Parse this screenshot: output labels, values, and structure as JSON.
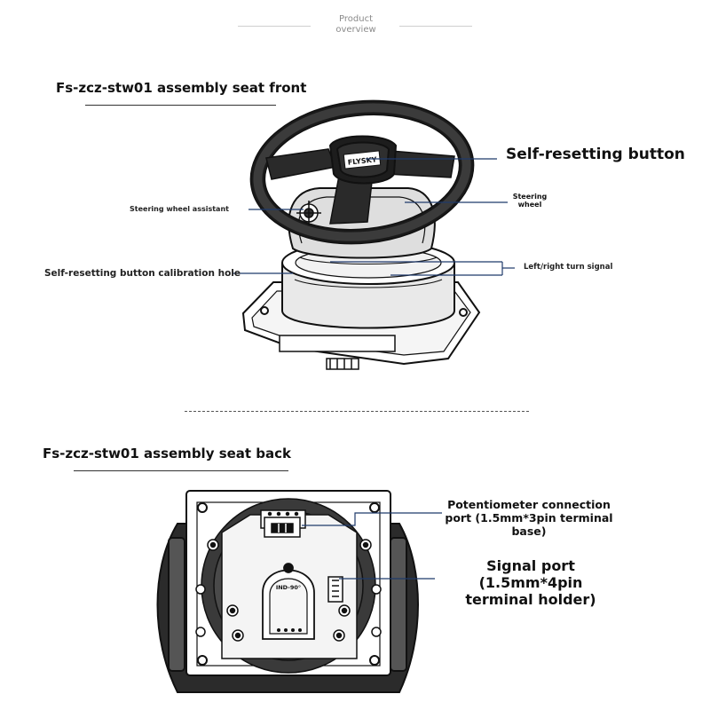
{
  "header": {
    "line1": "Product",
    "line2": "overview"
  },
  "front": {
    "title": "Fs-zcz-stw01 assembly seat front",
    "labels": {
      "self_resetting_button": "Self-resetting button",
      "steering_wheel_line1": "Steering",
      "steering_wheel_line2": "wheel",
      "steering_wheel_assistant": "Steering wheel assistant",
      "calibration_hole": "Self-resetting button calibration hole",
      "turn_signal": "Left/right turn signal"
    },
    "hub_logo": "FLYSKY"
  },
  "back": {
    "title": "Fs-zcz-stw01 assembly seat back",
    "labels": {
      "potentiometer_line1": "Potentiometer connection",
      "potentiometer_line2": "port (1.5mm*3pin terminal",
      "potentiometer_line3": "base)",
      "signal_line1": "Signal port (1.5mm*4pin",
      "signal_line2": "terminal holder)"
    },
    "chip_label": "IND-90°"
  },
  "colors": {
    "leader": "#1f3a6b",
    "rule": "#333333",
    "header": "#8a8a8a"
  }
}
